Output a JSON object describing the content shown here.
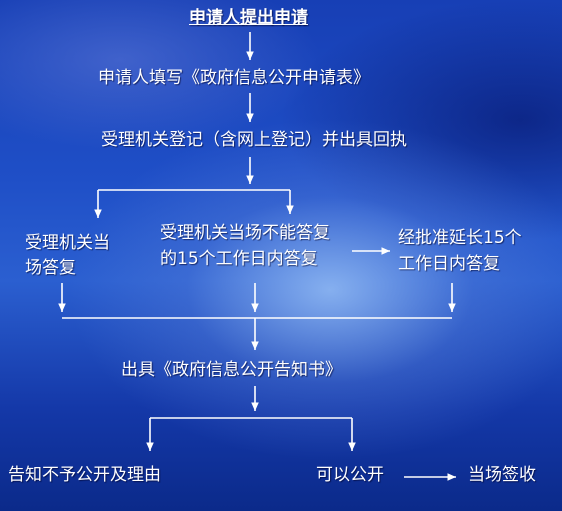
{
  "nodes": {
    "title": "申请人提出申请",
    "fill_form": "申请人填写《政府信息公开申请表》",
    "register": "受理机关登记（含网上登记）并出具回执",
    "reply_now_1": "受理机关当",
    "reply_now_2": "场答复",
    "cannot_reply_1": "受理机关当场不能答复",
    "cannot_reply_2": "的15个工作日内答复",
    "extend_1": "经批准延长15个",
    "extend_2": "工作日内答复",
    "notice": "出具《政府信息公开告知书》",
    "refuse": "告知不予公开及理由",
    "can_disclose": "可以公开",
    "sign": "当场签收"
  },
  "colors": {
    "line": "#ffffff",
    "text": "#ffffff"
  }
}
